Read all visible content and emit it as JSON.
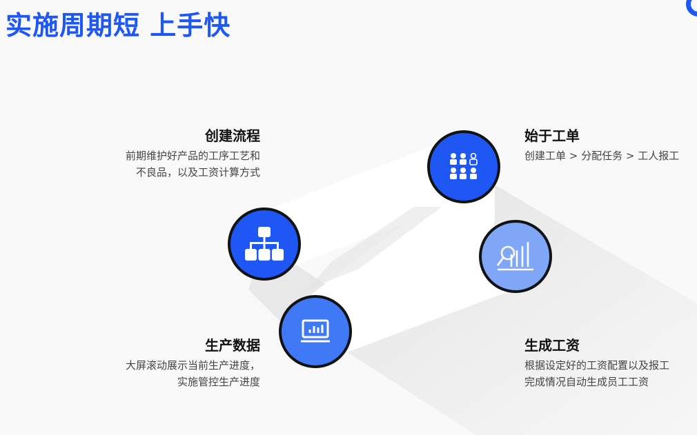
{
  "page": {
    "title": "实施周期短 上手快",
    "accent_color": "#1f57f5"
  },
  "steps": [
    {
      "title": "创建流程",
      "lines": [
        "前期维护好产品的工序工艺和",
        "不良品，以及工资计算方式"
      ],
      "icon": "org-chart-icon",
      "color": "#1f57f5"
    },
    {
      "title": "始于工单",
      "lines": [
        "创建工单 > 分配任务 > 工人报工"
      ],
      "icon": "team-icon",
      "color": "#1f57f5"
    },
    {
      "title": "生产数据",
      "lines": [
        "大屏滚动展示当前生产进度，",
        "实施管控生产进度"
      ],
      "icon": "dashboard-icon",
      "color": "#3f79f5"
    },
    {
      "title": "生成工资",
      "lines": [
        "根据设定好的工资配置以及报工",
        "完成情况自动生成员工工资"
      ],
      "icon": "analytics-icon",
      "color": "#7fa6f7"
    }
  ]
}
